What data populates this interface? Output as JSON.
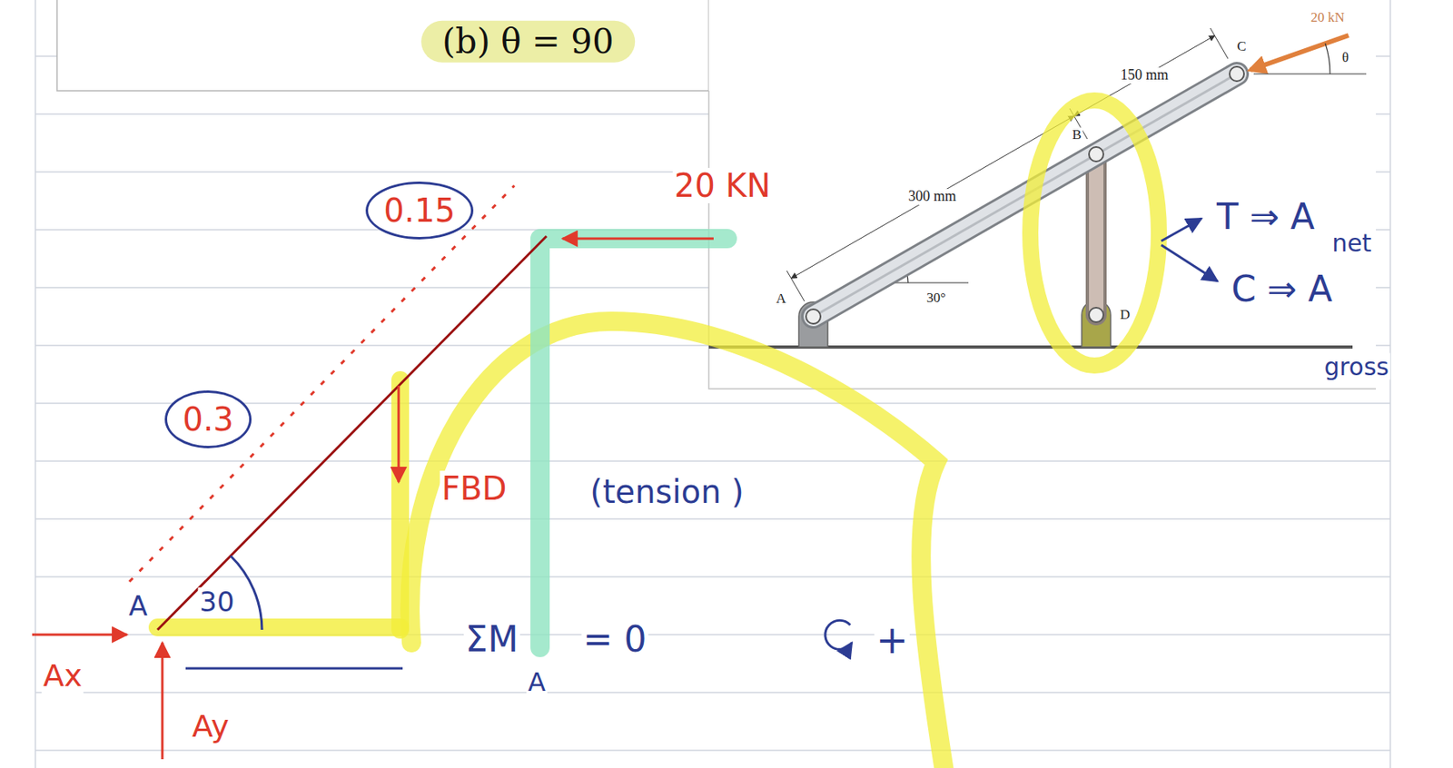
{
  "diagram": {
    "title": "(b) θ = 90",
    "nodes": [
      {
        "text": [
          "0.15"
        ]
      },
      {
        "text": [
          "0.3"
        ]
      }
    ],
    "labels": [
      "20 KN",
      "FBD",
      "(tension )",
      "A",
      "30",
      "ΣM",
      "A",
      "= 0",
      "+",
      "Ax",
      "Ay",
      "20 kN",
      "150 mm",
      "C",
      "B",
      "300 mm",
      "A",
      "30°",
      "D",
      "θ",
      "T ⇒ A",
      "net",
      "C ⇒ A",
      "gross"
    ]
  }
}
